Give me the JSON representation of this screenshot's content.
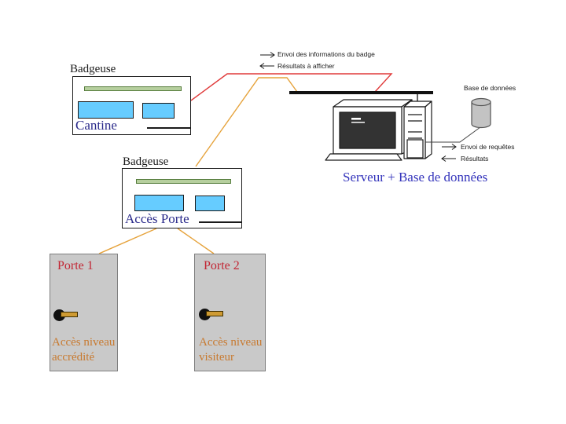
{
  "colors": {
    "line_red": "#e03a3a",
    "line_orange": "#e6a33c",
    "badge_blue": "#66ccff",
    "bar_green": "#b6cf9e",
    "bar_green_border": "#567c3c",
    "door_gray": "#c9c9c9",
    "door_border": "#7e7e7e",
    "text_navy": "#29298a",
    "text_blue": "#3333bb",
    "text_red": "#c22533",
    "text_orange": "#c87a30",
    "handle_tan": "#cf9b33",
    "screen_dark": "#333333",
    "cylinder_gray": "#c3c3c3",
    "network_bus_black": "#111111"
  },
  "legend_top": {
    "send_label": "Envoi des informations du badge",
    "receive_label": "Résultats à afficher"
  },
  "badgeuse_cantine": {
    "title": "Badgeuse",
    "name": "Cantine"
  },
  "badgeuse_porte": {
    "title": "Badgeuse",
    "name": "Accès Porte"
  },
  "server": {
    "caption": "Serveur + Base de données",
    "database_label": "Base de données",
    "send_label": "Envoi de requêtes",
    "receive_label": "Résultats"
  },
  "doors": [
    {
      "title": "Porte 1",
      "access": "Accès niveau accrédité"
    },
    {
      "title": "Porte 2",
      "access": "Accès niveau visiteur"
    }
  ],
  "icons": {
    "arrow_right": "→ open-v arrowhead line",
    "arrow_left": "← open-v arrowhead line",
    "computer": "desktop computer with monitor, tower and keyboard",
    "database": "gray cylinder",
    "door_handle": "black knob with tan lever"
  }
}
